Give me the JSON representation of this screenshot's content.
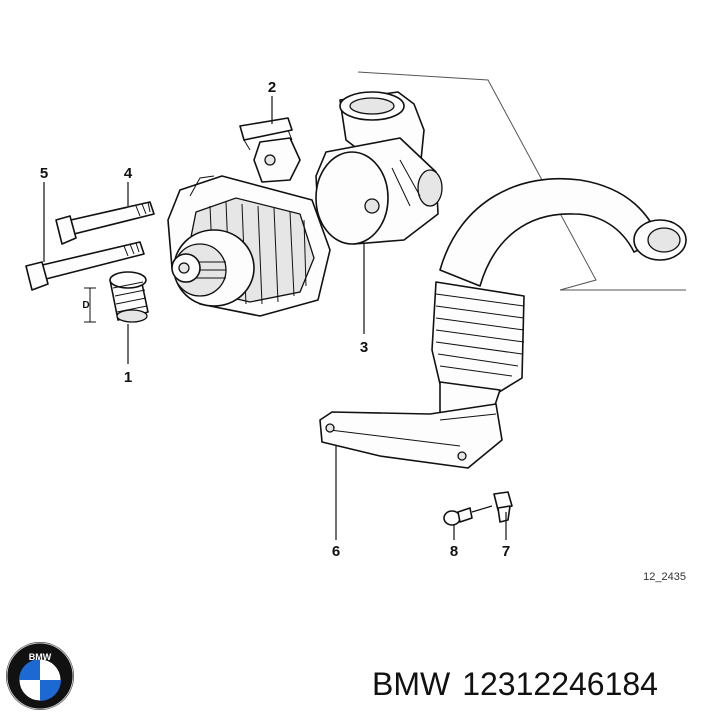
{
  "diagram": {
    "callouts": [
      "1",
      "2",
      "3",
      "4",
      "5",
      "6",
      "7",
      "8"
    ],
    "dimension_label": "D",
    "figure_code": "12_2435"
  },
  "logo": {
    "name": "bmw-roundel",
    "text": "BMW",
    "colors": {
      "blue": "#1c69d4",
      "black": "#111111",
      "white": "#ffffff"
    }
  },
  "part_info": {
    "brand": "BMW",
    "part_number": "12312246184"
  }
}
